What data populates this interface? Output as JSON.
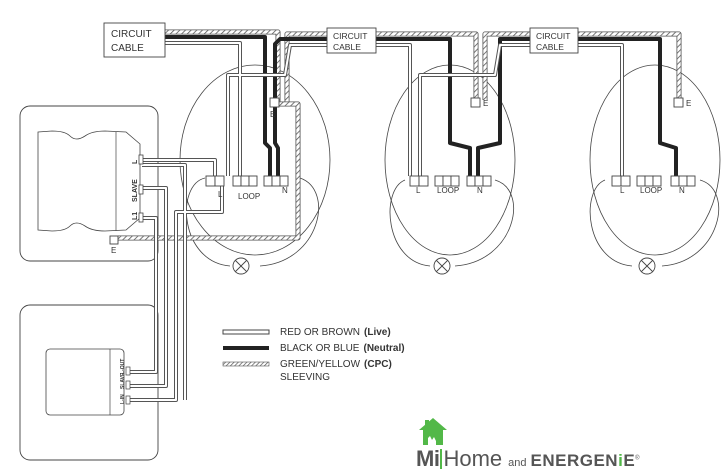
{
  "diagram": {
    "title": "Loop-in lighting circuit wiring with MiHome master and slave switches",
    "circuit_cable_labels": [
      {
        "line1": "CIRCUIT",
        "line2": "CABLE"
      },
      {
        "line1": "CIRCUIT",
        "line2": "CABLE"
      },
      {
        "line1": "CIRCUIT",
        "line2": "CABLE"
      }
    ],
    "ceiling_roses": [
      {
        "terminal_L": "L",
        "terminal_loop": "LOOP",
        "terminal_N": "N",
        "earth": "E"
      },
      {
        "terminal_L": "L",
        "terminal_loop": "LOOP",
        "terminal_N": "N",
        "earth": "E"
      },
      {
        "terminal_L": "L",
        "terminal_loop": "LOOP",
        "terminal_N": "N",
        "earth": "E"
      }
    ],
    "master_switch": {
      "terminals": [
        "L",
        "SLAVE",
        "L1"
      ],
      "earth": "E"
    },
    "slave_switch": {
      "terminals": [
        "L-OUT",
        "SLAVE",
        "L-IN"
      ]
    },
    "lamp_symbol": "lamp-icon",
    "lamp_count": 3
  },
  "legend": {
    "items": [
      {
        "label": "RED OR BROWN",
        "note": "(Live)",
        "style": "live",
        "color": "#ffffff"
      },
      {
        "label": "BLACK OR BLUE",
        "note": "(Neutral)",
        "style": "neutral",
        "color": "#222222"
      },
      {
        "label": "GREEN/YELLOW",
        "note": "(CPC)",
        "style": "cpc",
        "color": "#777777"
      }
    ],
    "sub_label": "SLEEVING"
  },
  "logo": {
    "mi": "Mi",
    "home": "Home",
    "and": "and",
    "energenie_main": "ENERGEN",
    "energenie_i": "i",
    "energenie_e": "E",
    "trademark": "®",
    "brand_color": "#52b848",
    "text_color": "#555555"
  }
}
